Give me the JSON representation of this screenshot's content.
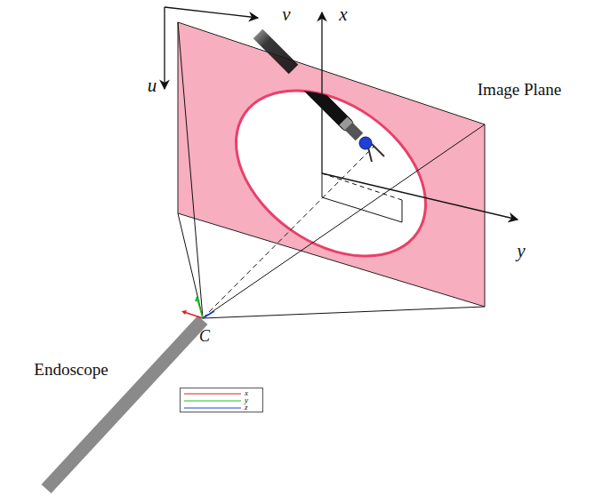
{
  "diagram": {
    "labels": [
      "v",
      "x",
      "u",
      "Image Plane",
      "y",
      "C",
      "Endoscope"
    ],
    "legend": [
      {
        "text": "x"
      },
      {
        "text": "y"
      },
      {
        "text": "z"
      }
    ]
  }
}
